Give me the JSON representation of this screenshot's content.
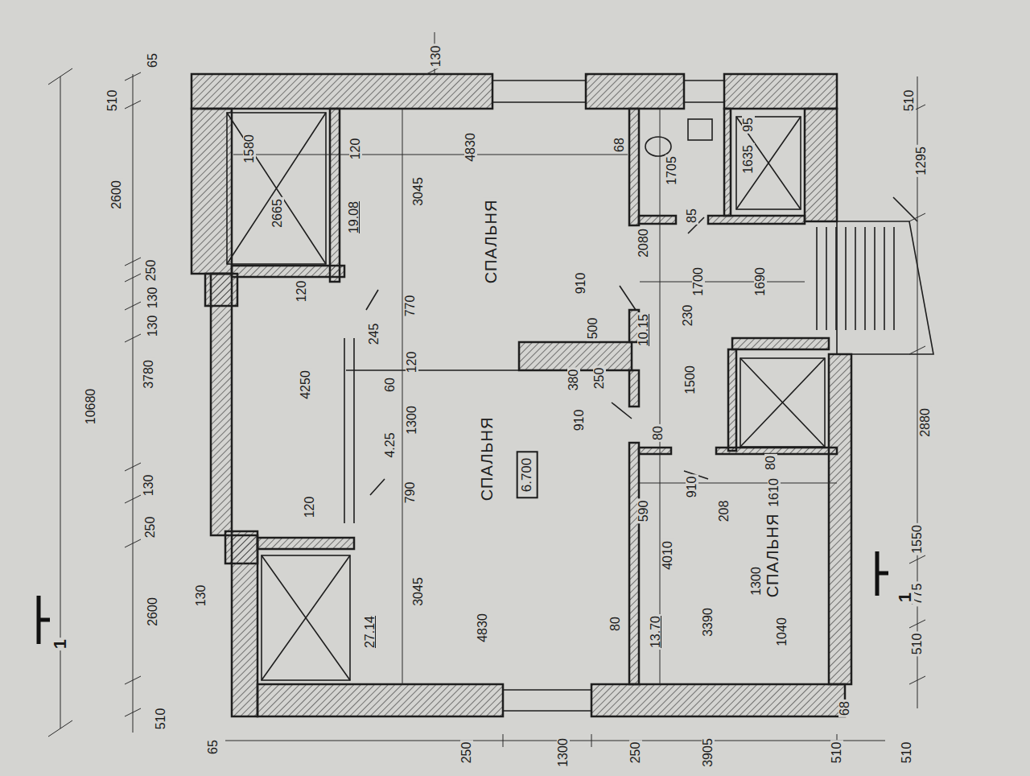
{
  "diagram": {
    "nodes": [
      {
        "text": [
          "6.700"
        ]
      }
    ],
    "labels": [
      "10680",
      "65",
      "510",
      "2600",
      "250",
      "130",
      "130",
      "3780",
      "130",
      "250",
      "2600",
      "510",
      "65",
      "130",
      "1580",
      "120",
      "4830",
      "68",
      "2665",
      "19.08",
      "3045",
      "СПАЛЬНЯ",
      "120",
      "770",
      "245",
      "120",
      "4250",
      "60",
      "1300",
      "4.25",
      "790",
      "СПАЛЬНЯ",
      "120",
      "130",
      "3045",
      "27.14",
      "4830",
      "80",
      "910",
      "500",
      "380",
      "250",
      "910",
      "10.15",
      "230",
      "1500",
      "80",
      "1705",
      "85",
      "2080",
      "1700",
      "1690",
      "95",
      "1635",
      "910",
      "80",
      "1610",
      "590",
      "208",
      "СПАЛЬНЯ",
      "4010",
      "1300",
      "3390",
      "13.70",
      "1040",
      "510",
      "1295",
      "2880",
      "1550",
      "775",
      "510",
      "68",
      "510",
      "250",
      "1300",
      "250",
      "3905",
      "510",
      "1",
      "1"
    ]
  }
}
